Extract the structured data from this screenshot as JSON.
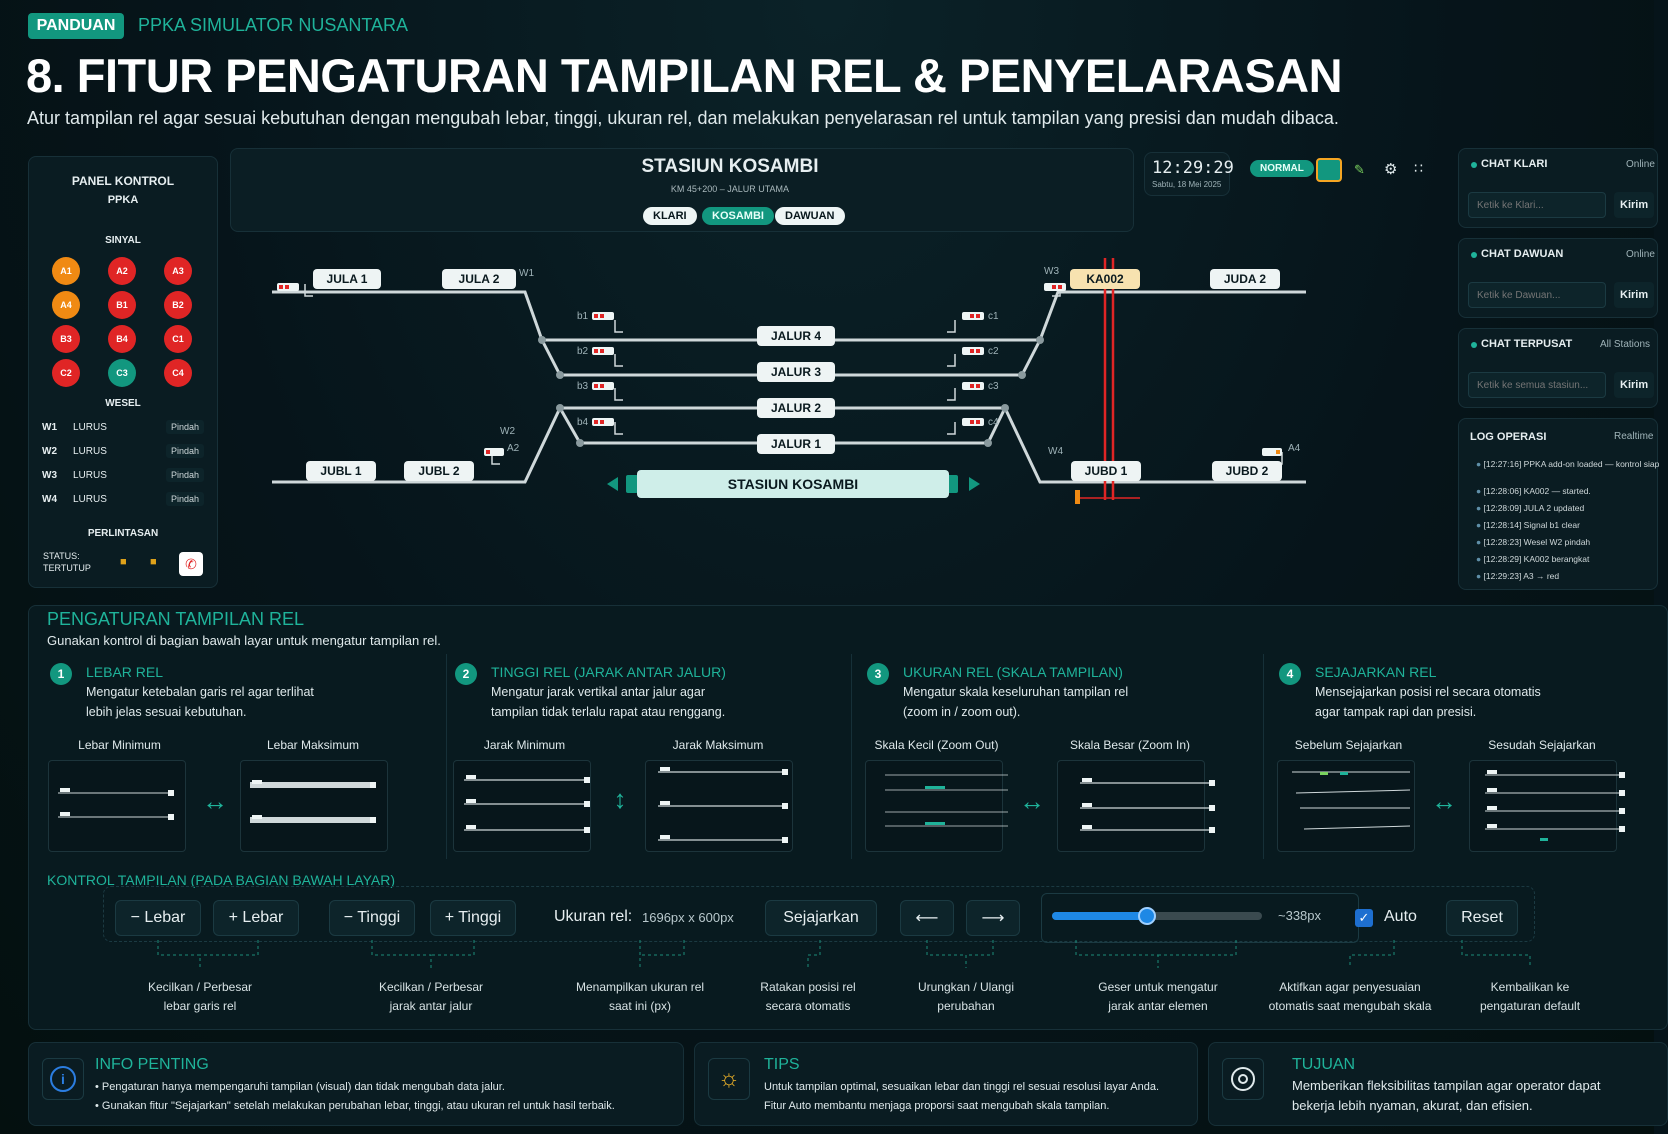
{
  "header": {
    "badge": "PANDUAN",
    "app": "PPKA SIMULATOR NUSANTARA",
    "title": "8. FITUR PENGATURAN TAMPILAN REL & PENYELARASAN",
    "subtitle": "Atur tampilan rel agar sesuai kebutuhan dengan mengubah lebar, tinggi, ukuran rel, dan melakukan penyelarasan rel untuk tampilan yang presisi dan mudah dibaca."
  },
  "control": {
    "title": "PANEL KONTROL",
    "sub": "PPKA",
    "sinyal": "SINYAL",
    "signals": [
      {
        "l": "A1",
        "c": "#f08a13"
      },
      {
        "l": "A2",
        "c": "#e02525"
      },
      {
        "l": "A3",
        "c": "#e02525"
      },
      {
        "l": "A4",
        "c": "#f08a13"
      },
      {
        "l": "B1",
        "c": "#e02525"
      },
      {
        "l": "B2",
        "c": "#e02525"
      },
      {
        "l": "B3",
        "c": "#e02525"
      },
      {
        "l": "B4",
        "c": "#e02525"
      },
      {
        "l": "C1",
        "c": "#e02525"
      },
      {
        "l": "C2",
        "c": "#e02525"
      },
      {
        "l": "C3",
        "c": "#12977f"
      },
      {
        "l": "C4",
        "c": "#e02525"
      }
    ],
    "wesel_title": "WESEL",
    "wesel": [
      {
        "id": "W1",
        "state": "LURUS",
        "action": "Pindah"
      },
      {
        "id": "W2",
        "state": "LURUS",
        "action": "Pindah"
      },
      {
        "id": "W3",
        "state": "LURUS",
        "action": "Pindah"
      },
      {
        "id": "W4",
        "state": "LURUS",
        "action": "Pindah"
      }
    ],
    "perlintasan": "PERLINTASAN",
    "status_label": "STATUS:",
    "status_value": "TERTUTUP"
  },
  "station": {
    "name": "STASIUN KOSAMBI",
    "km": "KM 45+200 – JALUR UTAMA",
    "tabs": [
      "KLARI",
      "KOSAMBI",
      "DAWUAN"
    ],
    "time": "12:29:29",
    "date": "Sabtu, 18 Mei 2025",
    "mode": "NORMAL"
  },
  "tracks": {
    "jula1": "JULA 1",
    "jula2": "JULA 2",
    "juda2": "JUDA 2",
    "ka": "KA002",
    "jalur4": "JALUR 4",
    "jalur3": "JALUR 3",
    "jalur2": "JALUR 2",
    "jalur1": "JALUR 1",
    "jubl1": "JUBL 1",
    "jubl2": "JUBL 2",
    "jubd1": "JUBD 1",
    "jubd2": "JUBD 2",
    "platform": "STASIUN KOSAMBI",
    "w1": "W1",
    "w2": "W2",
    "w3": "W3",
    "w4": "W4",
    "a2": "A2",
    "a4": "A4",
    "b1": "b1",
    "b2": "b2",
    "b3": "b3",
    "b4": "b4",
    "c1": "c1",
    "c2": "c2",
    "c3": "c3",
    "c4": "c4"
  },
  "chats": [
    {
      "title": "CHAT KLARI",
      "status": "Online",
      "placeholder": "Ketik ke Klari...",
      "send": "Kirim"
    },
    {
      "title": "CHAT DAWUAN",
      "status": "Online",
      "placeholder": "Ketik ke Dawuan...",
      "send": "Kirim"
    },
    {
      "title": "CHAT TERPUSAT",
      "status": "All Stations",
      "placeholder": "Ketik ke semua stasiun...",
      "send": "Kirim"
    }
  ],
  "log": {
    "title": "LOG OPERASI",
    "status": "Realtime",
    "items": [
      "[12:27:16] PPKA add-on loaded — kontrol siap",
      "[12:28:06] KA002 — started.",
      "[12:28:09] JULA 2 updated",
      "[12:28:14] Signal b1 clear",
      "[12:28:23] Wesel W2 pindah",
      "[12:28:29] KA002 berangkat",
      "[12:29:23] A3 → red"
    ]
  },
  "settings": {
    "title": "PENGATURAN TAMPILAN REL",
    "desc": "Gunakan kontrol di bagian bawah layar untuk mengatur tampilan rel.",
    "cards": [
      {
        "n": "1",
        "title": "LEBAR REL",
        "d1": "Mengatur ketebalan garis rel agar terlihat",
        "d2": "lebih jelas sesuai kebutuhan.",
        "a": "Lebar Minimum",
        "b": "Lebar Maksimum"
      },
      {
        "n": "2",
        "title": "TINGGI REL (JARAK ANTAR JALUR)",
        "d1": "Mengatur jarak vertikal antar jalur agar",
        "d2": "tampilan tidak terlalu rapat atau renggang.",
        "a": "Jarak Minimum",
        "b": "Jarak Maksimum"
      },
      {
        "n": "3",
        "title": "UKURAN REL (SKALA TAMPILAN)",
        "d1": "Mengatur skala keseluruhan tampilan rel",
        "d2": "(zoom in / zoom out).",
        "a": "Skala Kecil (Zoom Out)",
        "b": "Skala Besar (Zoom In)"
      },
      {
        "n": "4",
        "title": "SEJAJARKAN REL",
        "d1": "Mensejajarkan posisi rel secara otomatis",
        "d2": "agar tampak rapi dan presisi.",
        "a": "Sebelum Sejajarkan",
        "b": "Sesudah Sejajarkan"
      }
    ]
  },
  "controls": {
    "title": "KONTROL TAMPILAN (PADA BAGIAN BAWAH LAYAR)",
    "lebar_minus": "− Lebar",
    "lebar_plus": "+ Lebar",
    "tinggi_minus": "− Tinggi",
    "tinggi_plus": "+ Tinggi",
    "size_label": "Ukuran rel:",
    "size_value": "1696px x 600px",
    "align": "Sejajarkan",
    "undo": "⟵",
    "redo": "⟶",
    "slider_value": "~338px",
    "slider_level": 0.45,
    "auto": "Auto",
    "reset": "Reset",
    "captions": [
      [
        "Kecilkan / Perbesar",
        "lebar garis rel"
      ],
      [
        "Kecilkan / Perbesar",
        "jarak antar jalur"
      ],
      [
        "Menampilkan ukuran rel",
        "saat ini (px)"
      ],
      [
        "Ratakan posisi rel",
        "secara otomatis"
      ],
      [
        "Urungkan / Ulangi",
        "perubahan"
      ],
      [
        "Geser untuk mengatur",
        "jarak antar elemen"
      ],
      [
        "Aktifkan agar penyesuaian",
        "otomatis saat mengubah skala"
      ],
      [
        "Kembalikan ke",
        "pengaturan default"
      ]
    ]
  },
  "info": {
    "title": "INFO PENTING",
    "l1": "• Pengaturan hanya mempengaruhi tampilan (visual) dan tidak mengubah data jalur.",
    "l2": "• Gunakan fitur \"Sejajarkan\" setelah melakukan perubahan lebar, tinggi, atau ukuran rel untuk hasil terbaik."
  },
  "tips": {
    "title": "TIPS",
    "l1": "Untuk tampilan optimal, sesuaikan lebar dan tinggi rel sesuai resolusi layar Anda.",
    "l2": "Fitur Auto membantu menjaga proporsi saat mengubah skala tampilan."
  },
  "goal": {
    "title": "TUJUAN",
    "l1": "Memberikan fleksibilitas tampilan agar operator dapat",
    "l2": "bekerja lebih nyaman, akurat, dan efisien."
  }
}
